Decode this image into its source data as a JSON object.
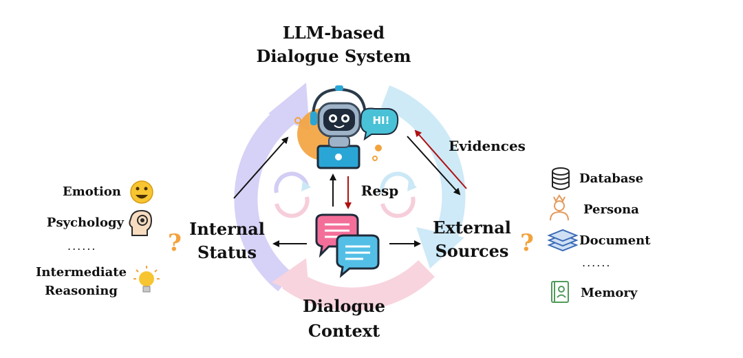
{
  "title": {
    "line1": "LLM-based",
    "line2": "Dialogue System"
  },
  "center": {
    "line1": "Dialogue",
    "line2": "Context"
  },
  "internal": {
    "line1": "Internal",
    "line2": "Status"
  },
  "external": {
    "line1": "External",
    "line2": "Sources"
  },
  "arrows": {
    "evidences": "Evidences",
    "resp": "Resp"
  },
  "robot_bubble": "HI!",
  "left_items": {
    "emotion": "Emotion",
    "psychology": "Psychology",
    "ellipsis": "......",
    "reasoning_line1": "Intermediate",
    "reasoning_line2": "Reasoning"
  },
  "right_items": {
    "database": "Database",
    "persona": "Persona",
    "document": "Document",
    "ellipsis": "......",
    "memory": "Memory"
  },
  "icons": [
    "robot-icon",
    "chat-bubbles-icon",
    "smiley-icon",
    "head-brain-icon",
    "lightbulb-icon",
    "database-icon",
    "persona-icon",
    "document-stack-icon",
    "memory-book-icon",
    "question-mark-icon"
  ],
  "colors": {
    "cycle_purple": "#c9c3f3",
    "cycle_blue": "#bfe3f5",
    "cycle_pink": "#f6c6d3",
    "accent_red": "#b01010",
    "accent_orange": "#f3a23c"
  }
}
